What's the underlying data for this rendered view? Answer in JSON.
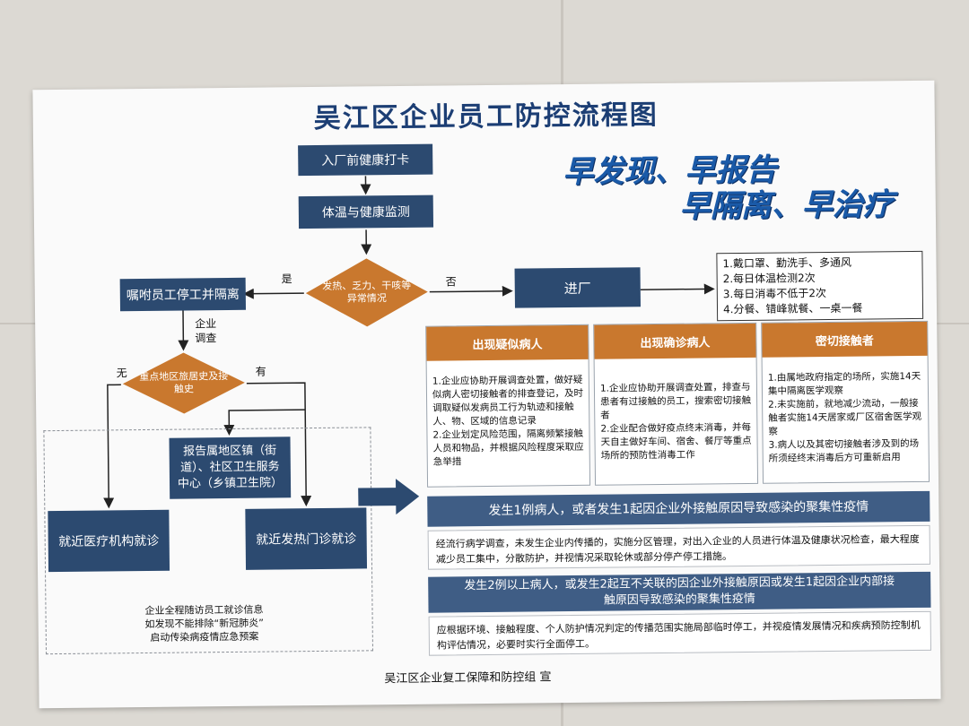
{
  "title": "吴江区企业员工防控流程图",
  "slogan": {
    "line1": "早发现、早报告",
    "line2": "早隔离、早治疗"
  },
  "flow": {
    "step1": "入厂前健康打卡",
    "step2": "体温与健康监测",
    "decision1_line1": "发热、乏力、干咳等",
    "decision1_line2": "异常情况",
    "yes": "是",
    "no": "否",
    "stop_work": "嘱咐员工停工并隔离",
    "investigate_1": "企业",
    "investigate_2": "调查",
    "decision2_line1": "重点地区旅居史及接",
    "decision2_line2": "触史",
    "none": "无",
    "has": "有",
    "report_line1": "报告属地区镇（街",
    "report_line2": "道）、社区卫生服务",
    "report_line3": "中心（乡镇卫生院）",
    "nearby_medical": "就近医疗机构就诊",
    "fever_clinic": "就近发热门诊就诊",
    "note_line1": "企业全程随访员工就诊信息",
    "note_line2": "如发现不能排除“新冠肺炎”",
    "note_line3": "启动传染病疫情应急预案",
    "enter_factory": "进厂"
  },
  "measures": [
    "1.戴口罩、勤洗手、多通风",
    "2.每日体温检测2次",
    "3.每日消毒不低于2次",
    "4.分餐、错峰就餐、一桌一餐"
  ],
  "cards": [
    {
      "title": "出现疑似病人",
      "p1": "1.企业应协助开展调查处置，做好疑似病人密切接触者的排查登记，及时调取疑似发病员工行为轨迹和接触人、物、区域的信息记录",
      "p2": "2.企业划定风险范围，隔离频繁接触人员和物品，并根据风险程度采取应急举措"
    },
    {
      "title": "出现确诊病人",
      "p1": "1.企业应协助开展调查处置，排查与患者有过接触的员工，搜索密切接触者",
      "p2": "2.企业配合做好疫点终末消毒，并每天自主做好车间、宿舍、餐厅等重点场所的预防性消毒工作"
    },
    {
      "title": "密切接触者",
      "p1": "1.由属地政府指定的场所，实施14天集中隔离医学观察",
      "p2": "2.未实施前，就地减少流动，一般接触者实施14天居家或厂区宿舍医学观察",
      "p3": "3.病人以及其密切接触者涉及到的场所须经终末消毒后方可重新启用"
    }
  ],
  "scenarios": [
    {
      "title": "发生1例病人，或者发生1起因企业外接触原因导致感染的聚集性疫情",
      "body": "经流行病学调查，未发生企业内传播的，实施分区管理，对出入企业的人员进行体温及健康状况检查，最大程度减少员工集中，分散防护，并视情况采取轮休或部分停产停工措施。"
    },
    {
      "title_line1": "发生2例以上病人，或发生2起互不关联的因企业外接触原因或发生1起因企业内部接",
      "title_line2": "触原因导致感染的聚集性疫情",
      "body": "应根据环境、接触程度、个人防护情况判定的传播范围实施局部临时停工，并视疫情发展情况和疾病预防控制机构评估情况，必要时实行全面停工。"
    }
  ],
  "footer": "吴江区企业复工保障和防控组 宣"
}
